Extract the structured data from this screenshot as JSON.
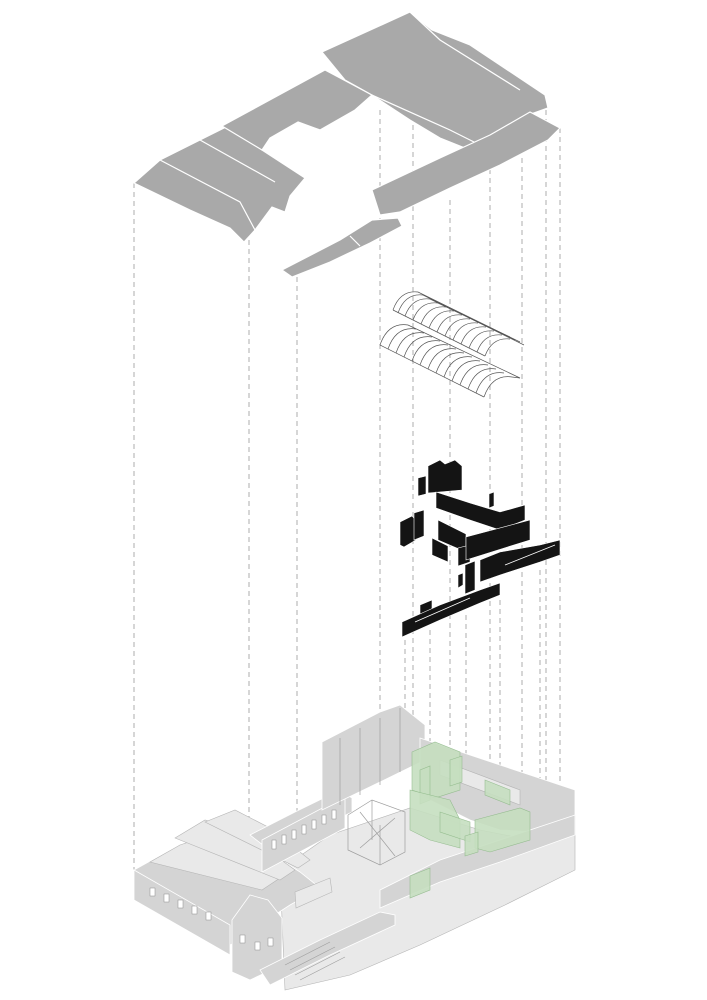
{
  "diagram": {
    "type": "exploded-axonometric",
    "layers": [
      {
        "name": "roof",
        "color": "#a9a9a9"
      },
      {
        "name": "vaulted-structure",
        "color": "#555555"
      },
      {
        "name": "inserted-walls",
        "color": "#141414"
      },
      {
        "name": "existing-building-base",
        "color": "#d4d4d4"
      },
      {
        "name": "new-interventions",
        "color": "#c6dfc0"
      }
    ],
    "guide_color": "#9a9a9a",
    "background": "#ffffff"
  }
}
